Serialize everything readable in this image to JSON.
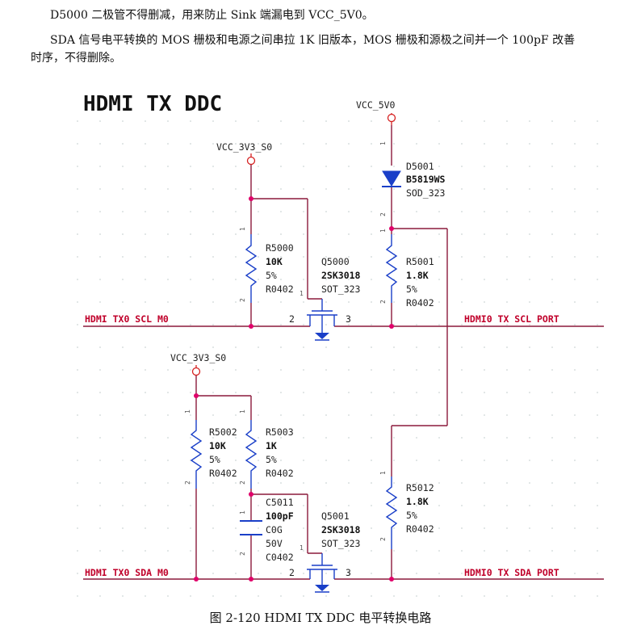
{
  "notes": [
    "D5000 二极管不得删减，用来防止 Sink 端漏电到 VCC_5V0。",
    "SDA 信号电平转换的 MOS 栅极和电源之间串拉 1K 旧版本，MOS 栅极和源极之间并一个 100pF 改善",
    "时序，不得删除。"
  ],
  "schematic": {
    "title": "HDMI  TX  DDC",
    "power": {
      "vcc5v0": "VCC_5V0",
      "vcc3v3_top": "VCC_3V3_S0",
      "vcc3v3_bottom": "VCC_3V3_S0"
    },
    "nets": {
      "scl_m0": "HDMI TX0 SCL M0",
      "sda_m0": "HDMI TX0 SDA M0",
      "scl_port": "HDMI0 TX SCL PORT",
      "sda_port": "HDMI0 TX SDA PORT"
    },
    "d5001": {
      "ref": "D5001",
      "value": "B5819WS",
      "package": "SOD_323"
    },
    "r5000": {
      "ref": "R5000",
      "value": "10K",
      "tol": "5%",
      "package": "R0402"
    },
    "r5001": {
      "ref": "R5001",
      "value": "1.8K",
      "tol": "5%",
      "package": "R0402"
    },
    "r5002": {
      "ref": "R5002",
      "value": "10K",
      "tol": "5%",
      "package": "R0402"
    },
    "r5003": {
      "ref": "R5003",
      "value": "1K",
      "tol": "5%",
      "package": "R0402"
    },
    "r5012": {
      "ref": "R5012",
      "value": "1.8K",
      "tol": "5%",
      "package": "R0402"
    },
    "c5011": {
      "ref": "C5011",
      "value": "100pF",
      "dielectric": "C0G",
      "voltage": "50V",
      "package": "C0402"
    },
    "q5000": {
      "ref": "Q5000",
      "value": "2SK3018",
      "package": "SOT_323",
      "pin_source": "2",
      "pin_drain": "3",
      "pin_gate": "1"
    },
    "q5001": {
      "ref": "Q5001",
      "value": "2SK3018",
      "package": "SOT_323",
      "pin_source": "2",
      "pin_drain": "3",
      "pin_gate": "1"
    },
    "pins": {
      "one": "1",
      "two": "2"
    },
    "colors": {
      "wire": "#8b1a3c",
      "junction": "#e0006a",
      "power": "#d62020",
      "net": "#c0002a",
      "diode": "#1a3fc8",
      "transistor": "#1a3fc8"
    }
  },
  "caption": "图  2-120 HDMI TX DDC 电平转换电路"
}
